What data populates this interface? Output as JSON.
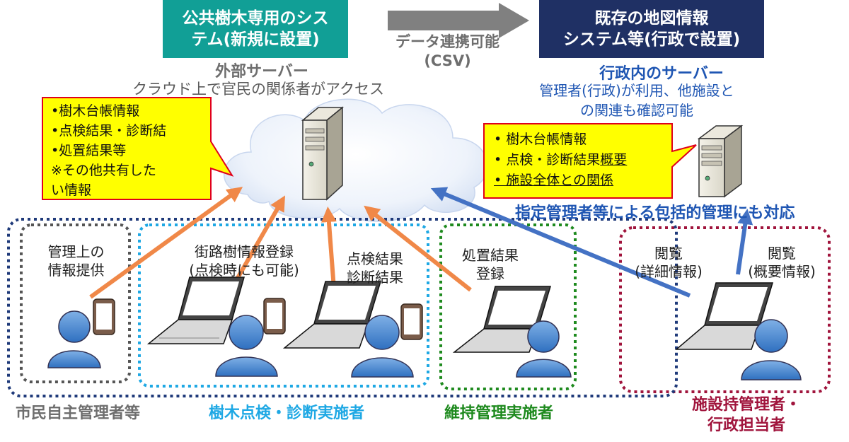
{
  "header": {
    "public_system_lines": [
      "公共樹木専用のシス",
      "テム(新規に設置)"
    ],
    "existing_system_lines": [
      "既存の地図情報",
      "システム等(行政で設置)"
    ],
    "link_label_lines": [
      "データ連携可能",
      "(CSV)"
    ]
  },
  "external_server": {
    "title": "外部サーバー",
    "subtitle": "クラウド上で官民の関係者がアクセス"
  },
  "admin_server": {
    "title": "行政内のサーバー",
    "desc_lines": [
      "管理者(行政)が利用、他施設と",
      "の関連も確認可能"
    ]
  },
  "left_callout": {
    "items": [
      "•樹木台帳情報",
      "•点検結果・診断結",
      "•処置結果等",
      "※その他共有した",
      "い情報"
    ]
  },
  "right_callout": {
    "items": [
      "• 樹木台帳情報",
      "• 点検・診断結果",
      "• 施設全体との関係"
    ],
    "underlined_suffix": "概要"
  },
  "designated_note": "指定管理者等による包括的管理にも対応",
  "labels": {
    "citizen_info": [
      "管理上の",
      "情報提供"
    ],
    "street_tree": [
      "街路樹情報登録",
      "(点検時にも可能)"
    ],
    "inspection": [
      "点検結果",
      "診断結果"
    ],
    "treatment": [
      "処置結果",
      "登録"
    ],
    "view_detail": [
      "閲覧",
      "(詳細情報)"
    ],
    "view_summary": [
      "閲覧",
      "(概要情報)"
    ]
  },
  "groups": {
    "citizens": "市民自主管理者等",
    "inspectors": "樹木点検・診断実施者",
    "maintainers": "維持管理実施者",
    "facility_admin_lines": [
      "施設持管理者・",
      "行政担当者"
    ]
  },
  "colors": {
    "teal": "#119f96",
    "navy": "#1f3064",
    "callout_yellow": "#ffff00",
    "callout_border": "#e0001b",
    "orange_arrow": "#f08848",
    "blue_arrow": "#4472c4",
    "citizen_dots": "#555555",
    "inspector_dots": "#1ea8e4",
    "maintainer_dots": "#1e8a1e",
    "facility_dots": "#a0143c",
    "navy_dots": "#1f3a7a"
  }
}
